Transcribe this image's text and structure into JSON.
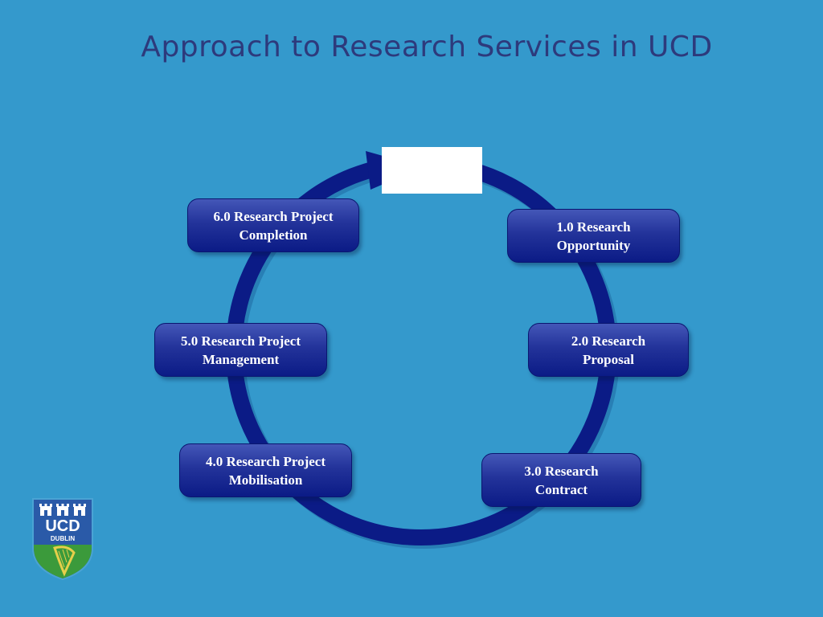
{
  "title": "Approach to Research Services in UCD",
  "steps": [
    {
      "label": "1.0 Research Opportunity"
    },
    {
      "label": "2.0 Research Proposal"
    },
    {
      "label": "3.0 Research Contract"
    },
    {
      "label": "4.0 Research Project Mobilisation"
    },
    {
      "label": "5.0 Research Project Management"
    },
    {
      "label": "6.0 Research Project Completion"
    }
  ],
  "logo": {
    "line1": "UCD",
    "line2": "DUBLIN"
  },
  "colors": {
    "background": "#3499cc",
    "title": "#2d3a7c",
    "ring": "#0b1b86",
    "box_fill": "#1a2a95"
  }
}
